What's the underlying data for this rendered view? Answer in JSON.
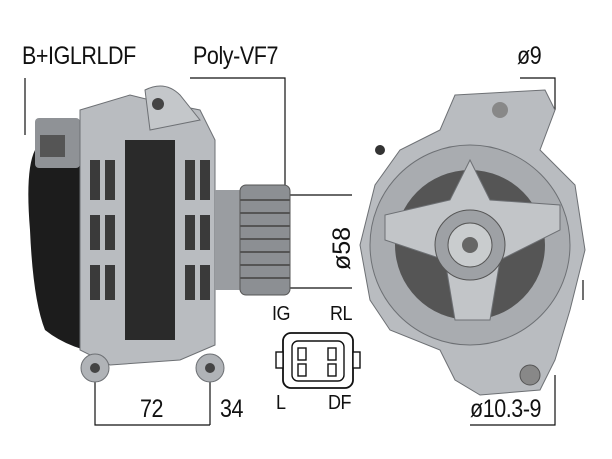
{
  "labels": {
    "terminal": "B+IGLRLDF",
    "belt": "Poly-VF7",
    "top_right_dim": "ø9",
    "pulley_dia": "ø58",
    "mount_a": "72",
    "mount_b": "34",
    "bottom_right_dim": "ø10.3-9"
  },
  "connector": {
    "ig": "IG",
    "rl": "RL",
    "l": "L",
    "df": "DF"
  },
  "colors": {
    "metal": "#b9bcc0",
    "dark": "#2a2a2a",
    "line": "#111111"
  }
}
